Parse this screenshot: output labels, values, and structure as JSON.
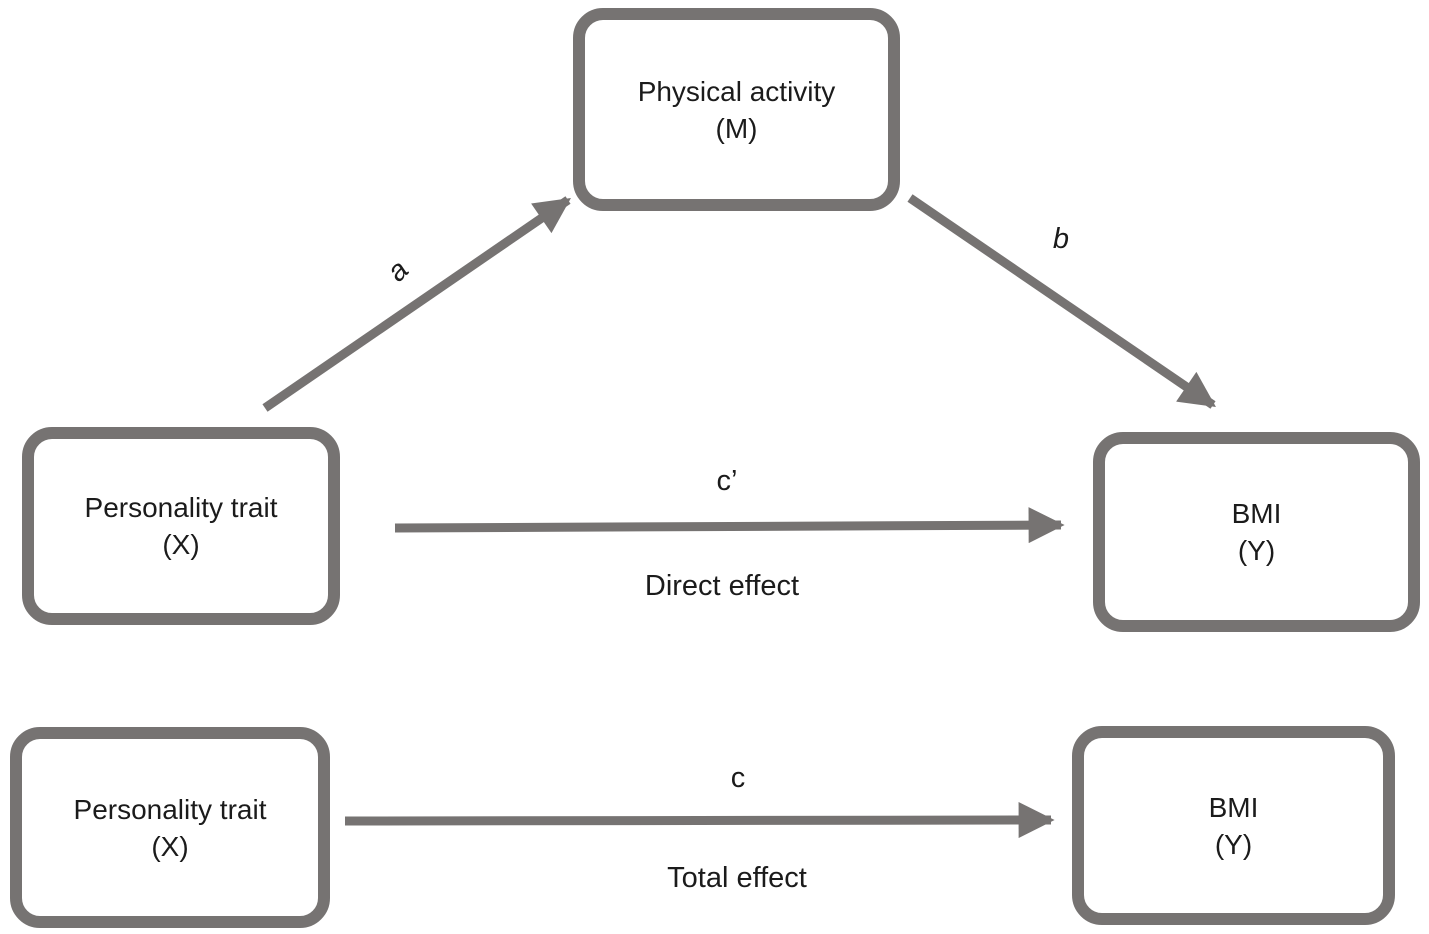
{
  "colors": {
    "shape_and_arrow_gray": "#767372",
    "label_black": "#1b1b1b",
    "background": "#ffffff"
  },
  "mediation_model": {
    "boxes": {
      "mediator": {
        "line1": "Physical activity",
        "line2": "(M)"
      },
      "predictor": {
        "line1": "Personality trait",
        "line2": "(X)"
      },
      "outcome": {
        "line1": "BMI",
        "line2": "(Y)"
      }
    },
    "path_labels": {
      "a": "a",
      "b": "b",
      "c_prime": "c’"
    },
    "effect_caption": "Direct effect"
  },
  "total_effect_model": {
    "boxes": {
      "predictor": {
        "line1": "Personality trait",
        "line2": "(X)"
      },
      "outcome": {
        "line1": "BMI",
        "line2": "(Y)"
      }
    },
    "path_labels": {
      "c": "c"
    },
    "effect_caption": "Total effect"
  }
}
